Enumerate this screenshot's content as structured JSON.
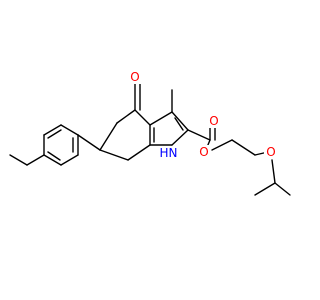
{
  "colors": {
    "carbon_bond": "#000000",
    "oxygen": "#ff0000",
    "nitrogen": "#0000ff",
    "background": "#ffffff"
  },
  "atoms": {
    "ketone_o": {
      "text": "O",
      "element": "oxygen"
    },
    "ester_carbonyl_o": {
      "text": "O",
      "element": "oxygen"
    },
    "ester_o": {
      "text": "O",
      "element": "oxygen"
    },
    "ether_o": {
      "text": "O",
      "element": "oxygen"
    },
    "nh": {
      "text": "H",
      "element": "nitrogen"
    },
    "n": {
      "text": "N",
      "element": "nitrogen"
    }
  }
}
